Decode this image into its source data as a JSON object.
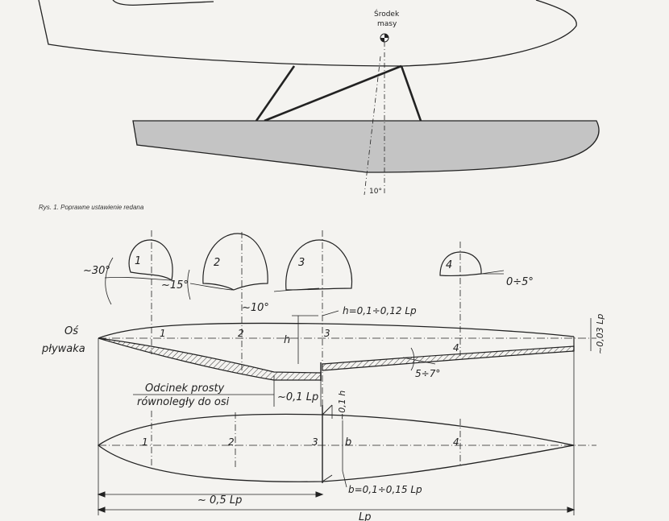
{
  "top_figure": {
    "mass_center_label_line1": "Środek",
    "mass_center_label_line2": "masy",
    "angle_label": "10°",
    "caption": "Rys. 1. Poprawne ustawienie redana"
  },
  "sections": {
    "s1": "1",
    "s2": "2",
    "s3": "3",
    "s4": "4",
    "angle_1": "~30°",
    "angle_2": "~15°",
    "angle_3": "~10°",
    "angle_4": "0÷5°"
  },
  "side_view": {
    "axis_label_line1": "Oś",
    "axis_label_line2": "pływaka",
    "h_label": "h",
    "h_formula": "h=0,1÷0,12 Lp",
    "height_003": "~0,03 Lp",
    "angle_rear": "5÷7°",
    "segment_line1": "Odcinek prosty",
    "segment_line2": "równoległy do osi",
    "segment_len": "~0,1 Lp",
    "step_01h": "~0,1 h",
    "st1": "1",
    "st2": "2",
    "st3": "3",
    "st4": "4"
  },
  "plan_view": {
    "st1": "1",
    "st2": "2",
    "st3": "3",
    "st4": "4",
    "b_label": "b",
    "b_formula": "b=0,1÷0,15 Lp",
    "half_length": "~ 0,5 Lp",
    "length": "Lp"
  }
}
